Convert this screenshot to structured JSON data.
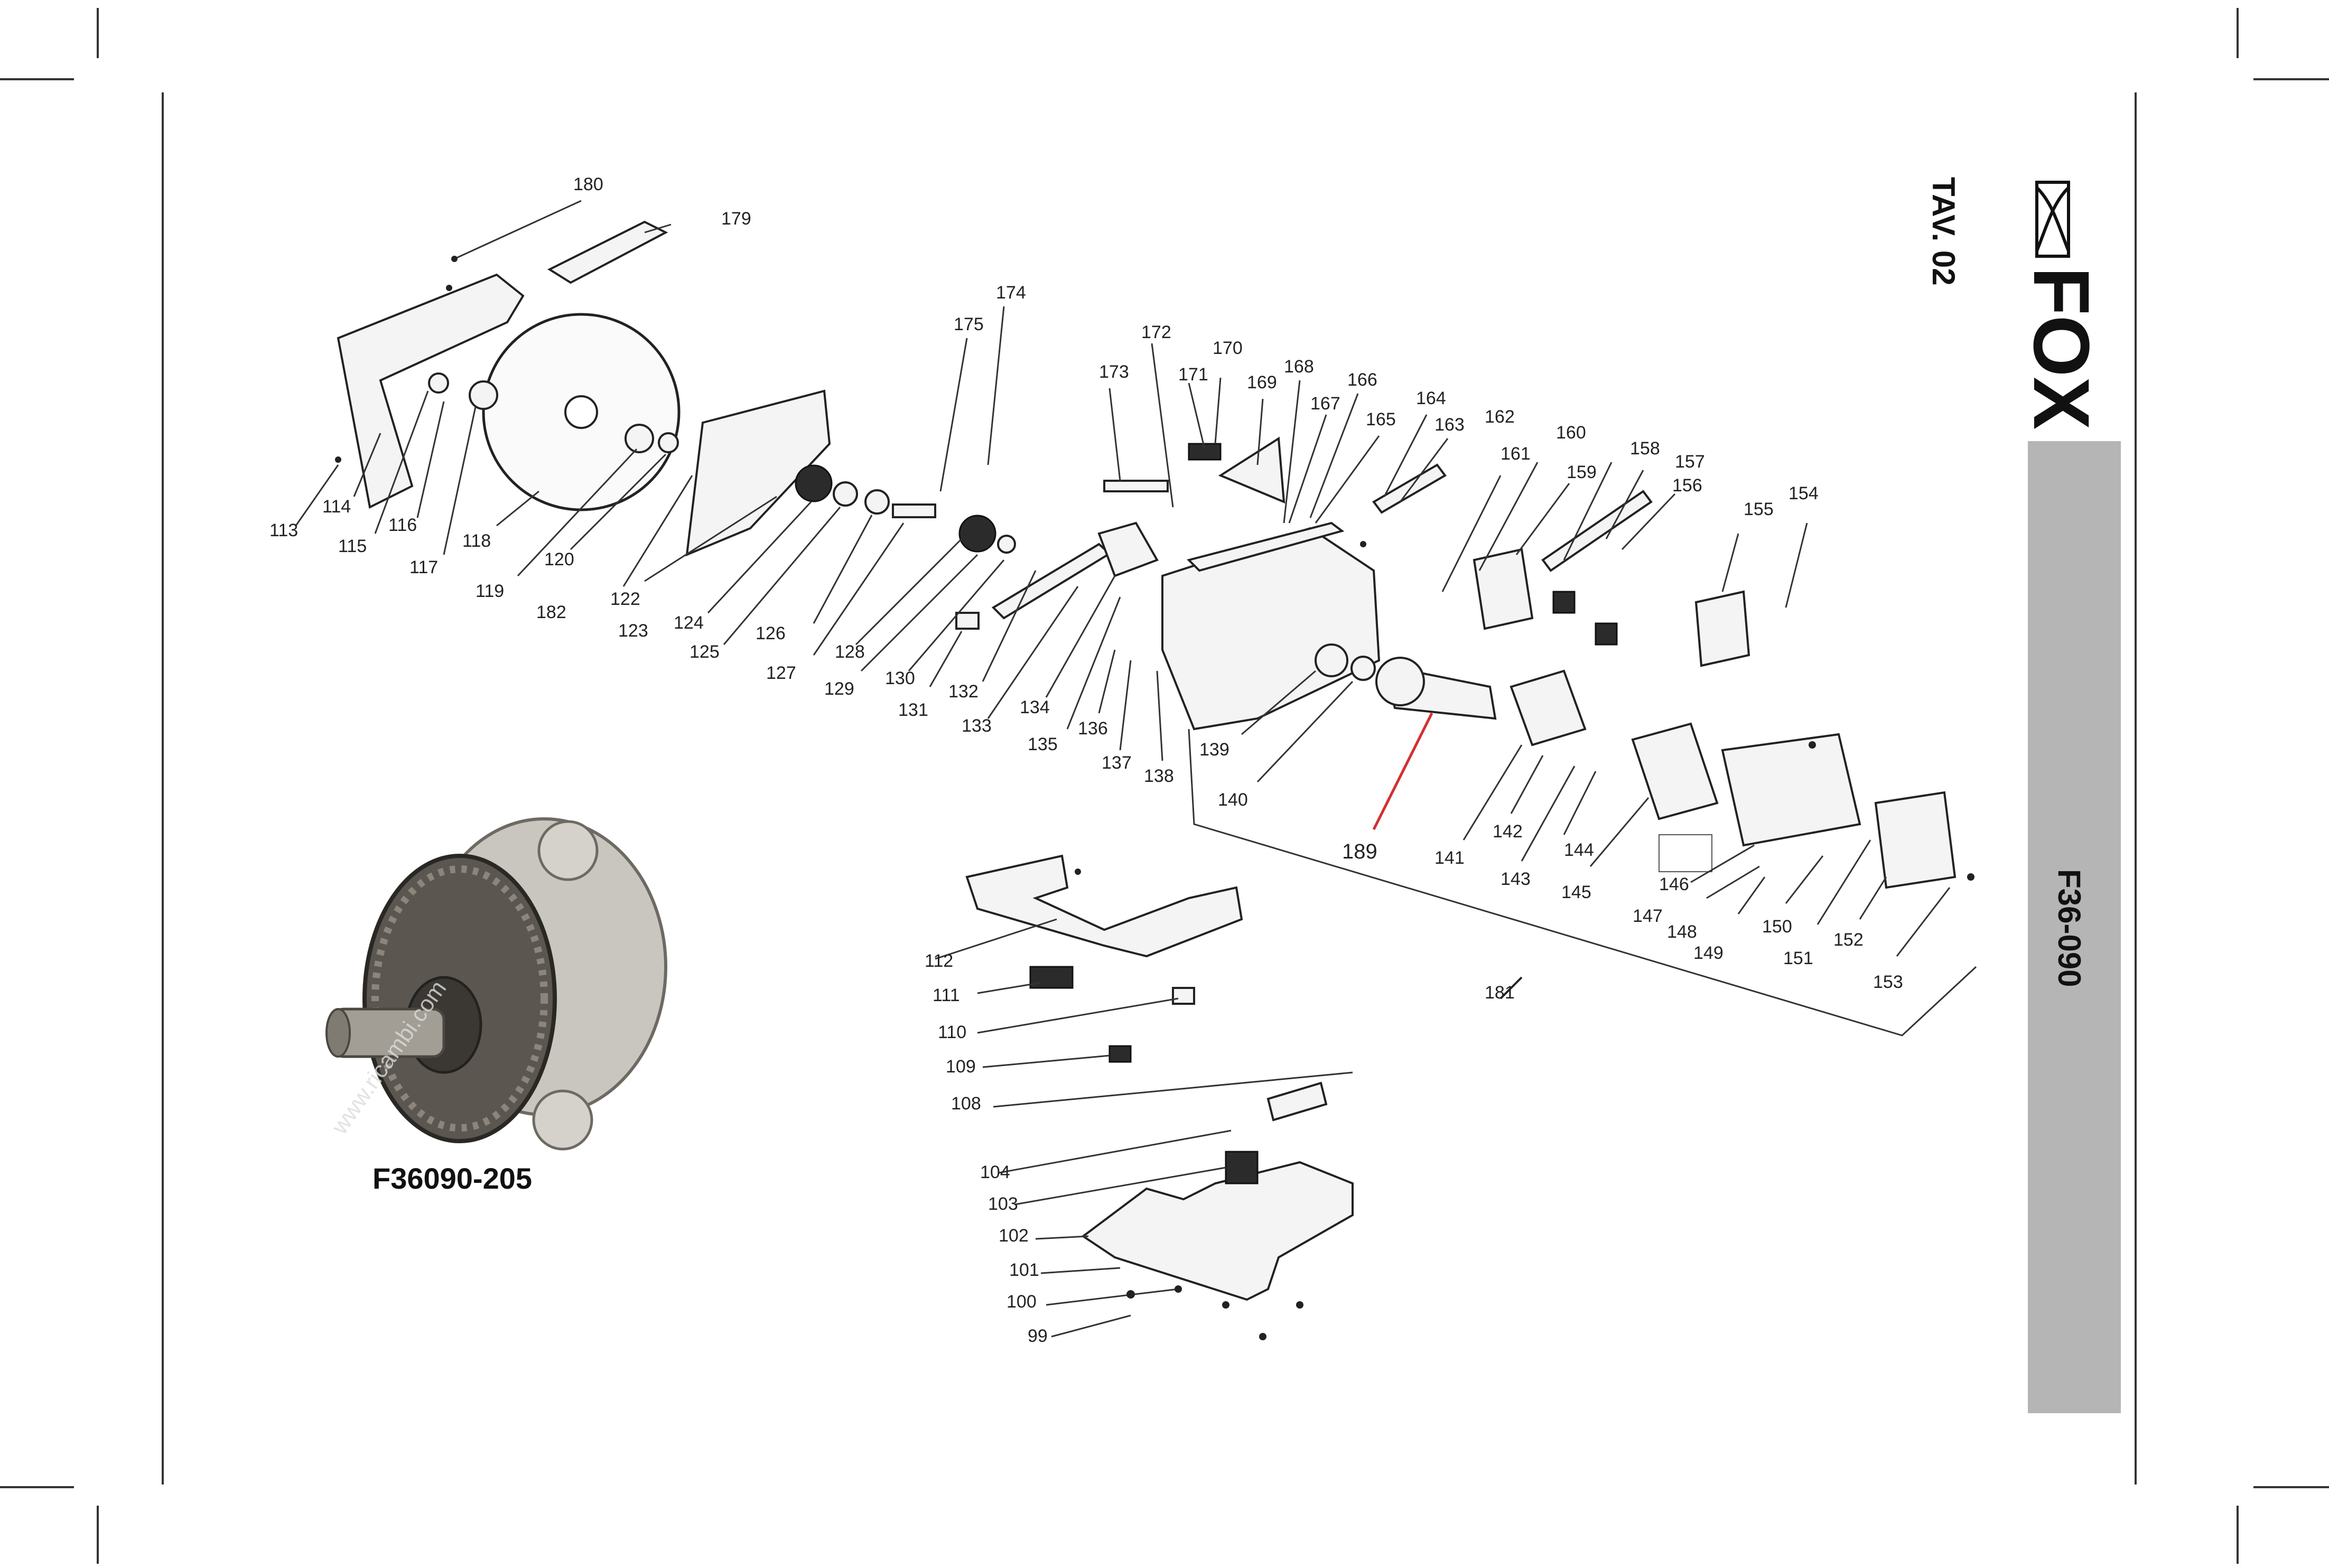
{
  "sheet": {
    "table_label": "TAV. 02",
    "model_code": "F36-090",
    "brand": "FOX",
    "photo_caption": "F36090-205",
    "photo_watermark": "www.ricambi.com",
    "highlighted_part": "189"
  },
  "labels": {
    "l99": "99",
    "l100": "100",
    "l101": "101",
    "l102": "102",
    "l103": "103",
    "l104": "104",
    "l108": "108",
    "l109": "109",
    "l110": "110",
    "l111": "111",
    "l112": "112",
    "l113": "113",
    "l114": "114",
    "l115": "115",
    "l116": "116",
    "l117": "117",
    "l118": "118",
    "l119": "119",
    "l120": "120",
    "l122": "122",
    "l123": "123",
    "l124": "124",
    "l125": "125",
    "l126": "126",
    "l127": "127",
    "l128": "128",
    "l129": "129",
    "l130": "130",
    "l131": "131",
    "l132": "132",
    "l133": "133",
    "l134": "134",
    "l135": "135",
    "l136": "136",
    "l137": "137",
    "l138": "138",
    "l139": "139",
    "l140": "140",
    "l141": "141",
    "l142": "142",
    "l143": "143",
    "l144": "144",
    "l145": "145",
    "l146": "146",
    "l147": "147",
    "l148": "148",
    "l149": "149",
    "l150": "150",
    "l151": "151",
    "l152": "152",
    "l153": "153",
    "l154": "154",
    "l155": "155",
    "l156": "156",
    "l157": "157",
    "l158": "158",
    "l159": "159",
    "l160": "160",
    "l161": "161",
    "l162": "162",
    "l163": "163",
    "l164": "164",
    "l165": "165",
    "l166": "166",
    "l167": "167",
    "l168": "168",
    "l169": "169",
    "l170": "170",
    "l171": "171",
    "l172": "172",
    "l173": "173",
    "l174": "174",
    "l175": "175",
    "l179": "179",
    "l180": "180",
    "l181": "181",
    "l182": "182",
    "l189": "189"
  },
  "colors": {
    "highlight_leader": "#d32f2f",
    "sidebar_band": "#b5b5b5",
    "ink": "#222222"
  }
}
